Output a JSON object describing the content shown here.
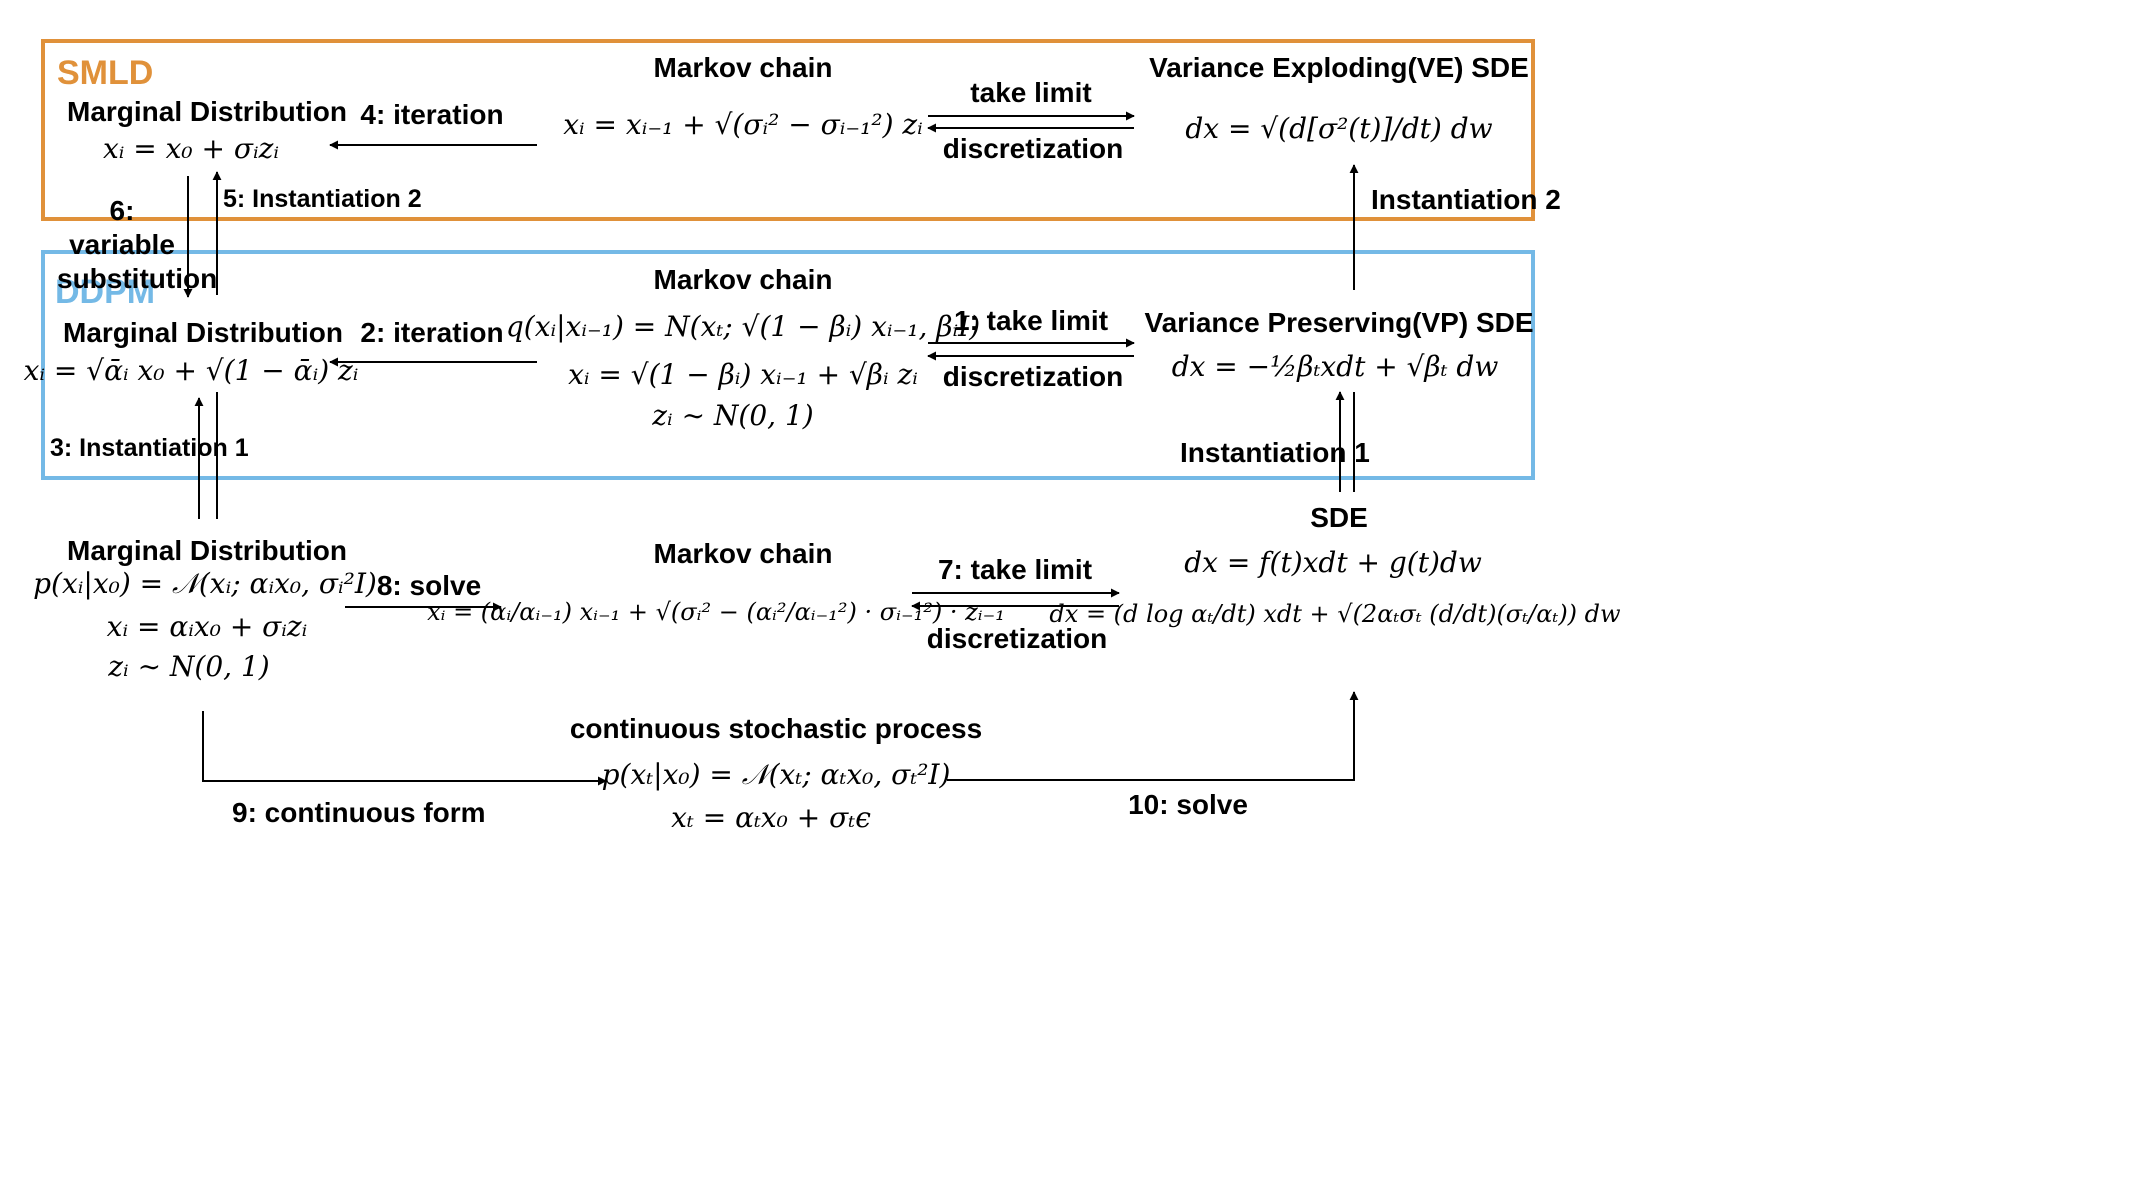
{
  "colors": {
    "smld": "#E0913A",
    "ddpm": "#74B9E6",
    "arrow": "#000000"
  },
  "smld": {
    "title": "SMLD",
    "marginal_title": "Marginal Distribution",
    "marginal_eq": "xᵢ = x₀ + σᵢzᵢ",
    "iteration": "4: iteration",
    "markov_title": "Markov chain",
    "markov_eq": "xᵢ = xᵢ₋₁ + √(σᵢ² − σᵢ₋₁²) zᵢ",
    "take_limit": "take limit",
    "discretization": "discretization",
    "sde_title": "Variance Exploding(VE) SDE",
    "sde_eq": "dx = √(d[σ²(t)]/dt) dw",
    "instantiation": "Instantiation 2"
  },
  "ddpm": {
    "title": "DDPM",
    "marginal_title": "Marginal Distribution",
    "marginal_eq": "xᵢ = √ᾱᵢ x₀ + √(1 − ᾱᵢ) zᵢ",
    "iteration": "2: iteration",
    "markov_title": "Markov chain",
    "markov_eq1": "q(xᵢ|xᵢ₋₁) = N(xₜ; √(1 − βᵢ) xᵢ₋₁, βᵢI)",
    "markov_eq2": "xᵢ = √(1 − βᵢ) xᵢ₋₁ + √βᵢ zᵢ",
    "markov_eq3": "zᵢ ∼ N(0, 1)",
    "take_limit": "1: take limit",
    "discretization": "discretization",
    "sde_title": "Variance Preserving(VP) SDE",
    "sde_eq": "dx = −½βₜxdt + √βₜ dw",
    "instantiation": "Instantiation 1"
  },
  "between": {
    "variable_substitution": "6: variable substitution",
    "instantiation_2": "5: Instantiation 2",
    "instantiation_1": "3: Instantiation 1"
  },
  "general": {
    "marginal_title": "Marginal Distribution",
    "marginal_eq1": "p(xᵢ|x₀) = 𝒩(xᵢ; αᵢx₀, σᵢ²I)",
    "marginal_eq2": "xᵢ = αᵢx₀ + σᵢzᵢ",
    "marginal_eq3": "zᵢ ∼ N(0, 1)",
    "solve_8": "8: solve",
    "markov_title": "Markov chain",
    "markov_eq": "xᵢ = (αᵢ/αᵢ₋₁) xᵢ₋₁ + √(σᵢ² − (αᵢ²/αᵢ₋₁²) · σᵢ₋₁²) · zᵢ₋₁",
    "take_limit": "7: take limit",
    "discretization": "discretization",
    "sde_title": "SDE",
    "sde_eq1": "dx = f(t)xdt + g(t)dw",
    "sde_eq2": "dx = (d log αₜ/dt) xdt + √(2αₜσₜ (d/dt)(σₜ/αₜ)) dw",
    "continuous_form": "9: continuous form",
    "process_title": "continuous stochastic process",
    "process_eq1": "p(xₜ|x₀) = 𝒩(xₜ; αₜx₀, σₜ²I)",
    "process_eq2": "xₜ = αₜx₀ + σₜϵ",
    "solve_10": "10: solve"
  }
}
